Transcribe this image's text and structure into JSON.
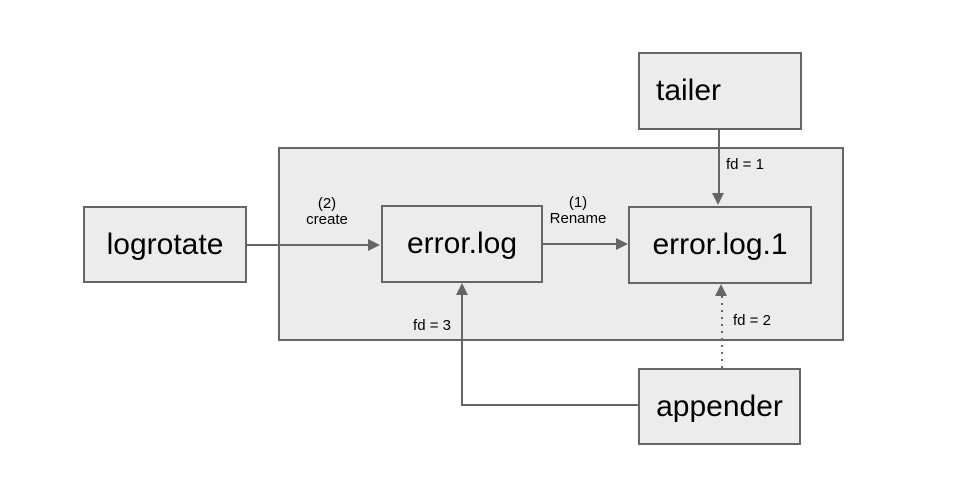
{
  "diagram": {
    "nodes": {
      "tailer": "tailer",
      "logrotate": "logrotate",
      "error_log": "error.log",
      "error_log_1": "error.log.1",
      "appender": "appender"
    },
    "edges": {
      "create": {
        "step": "(2)",
        "action": "create"
      },
      "rename": {
        "step": "(1)",
        "action": "Rename"
      },
      "fd1": "fd = 1",
      "fd2": "fd = 2",
      "fd3": "fd = 3"
    },
    "colors": {
      "background": "#ffffff",
      "box_fill": "#ececec",
      "box_border": "#666666",
      "line": "#666666",
      "text": "#000000"
    }
  }
}
